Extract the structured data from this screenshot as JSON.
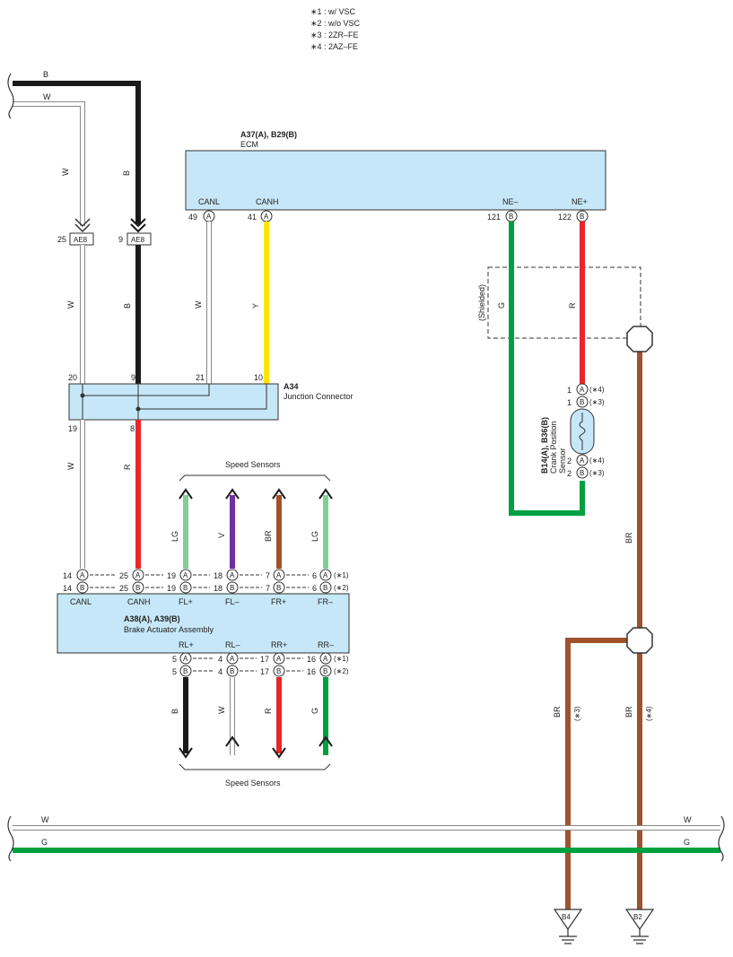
{
  "notes": [
    "∗1 : w/ VSC",
    "∗2 : w/o VSC",
    "∗3 : 2ZR–FE",
    "∗4 : 2AZ–FE"
  ],
  "colors": {
    "B": "#1a1a1a",
    "W": "#ffffff",
    "Y": "#ffe600",
    "R": "#e8262b",
    "G": "#00a040",
    "BR": "#a0522d",
    "LG": "#7fcf96",
    "V": "#7030a0",
    "box_fill": "#c6e7f7",
    "outline": "#333333"
  },
  "ecm": {
    "code": "A37(A), B29(B)",
    "name": "ECM",
    "pins": [
      {
        "label": "CANL",
        "num": "49",
        "conn": "A"
      },
      {
        "label": "CANH",
        "num": "41",
        "conn": "A"
      },
      {
        "label": "NE–",
        "num": "121",
        "conn": "B"
      },
      {
        "label": "NE+",
        "num": "122",
        "conn": "B"
      }
    ]
  },
  "connector_ae8": [
    {
      "num": "25",
      "name": "AE8"
    },
    {
      "num": "9",
      "name": "AE8"
    }
  ],
  "junction": {
    "code": "A34",
    "name": "Junction Connector",
    "top_pins": [
      "20",
      "9",
      "21",
      "10"
    ],
    "bottom_pins": [
      "19",
      "8"
    ]
  },
  "shielded": "(Shielded)",
  "crank_sensor": {
    "code": "B14(A), B36(B)",
    "name_line1": "Crank Position",
    "name_line2": "Sensor",
    "pins": [
      {
        "num": "1",
        "conn": "A",
        "note": "(∗4)"
      },
      {
        "num": "1",
        "conn": "B",
        "note": "(∗3)"
      },
      {
        "num": "2",
        "conn": "A",
        "note": "(∗4)"
      },
      {
        "num": "2",
        "conn": "B",
        "note": "(∗3)"
      }
    ]
  },
  "speed_sensors_top": "Speed Sensors",
  "speed_sensors_bottom": "Speed Sensors",
  "brake": {
    "code": "A38(A), A39(B)",
    "name": "Brake Actuator Assembly",
    "top_labels": [
      "CANL",
      "CANH",
      "FL+",
      "FL–",
      "FR+",
      "FR–"
    ],
    "top_row_a": {
      "pins": [
        "14",
        "25",
        "19",
        "18",
        "7",
        "6"
      ],
      "outer": [
        "25",
        "19"
      ],
      "note": "(∗1)"
    },
    "top_row_b": {
      "pins": [
        "14",
        "25",
        "19",
        "18",
        "7",
        "6"
      ],
      "outer": [
        "25",
        "19"
      ],
      "note": "(∗2)"
    },
    "bottom_labels": [
      "RL+",
      "RL–",
      "RR+",
      "RR–"
    ],
    "bottom_row_a": {
      "pins": [
        "5",
        "4",
        "17",
        "16"
      ],
      "left": [
        "4",
        "17",
        "16"
      ],
      "note": "(∗1)"
    },
    "bottom_row_b": {
      "pins": [
        "5",
        "4",
        "17",
        "16"
      ],
      "left": [
        "4",
        "17",
        "16"
      ],
      "note": "(∗2)"
    }
  },
  "wire_labels": {
    "b_top": "B",
    "w_top": "W",
    "w_vert_upper": "W",
    "b_vert_upper": "B",
    "w_vert_mid": "W",
    "b_vert_mid": "B",
    "canl_w": "W",
    "canh_y": "Y",
    "w_lower": "W",
    "r_lower": "R",
    "g_crank": "G",
    "r_crank": "R",
    "fl_plus": "LG",
    "fl_minus": "V",
    "fr_plus": "BR",
    "fr_minus": "LG",
    "rl_plus": "B",
    "rl_minus": "W",
    "rr_plus": "R",
    "rr_minus": "G",
    "br_right": "BR",
    "br_left": "BR",
    "br_left_note": "(∗3)",
    "br_right_low": "BR",
    "br_right_note": "(∗4)",
    "bus_w_left": "W",
    "bus_w_right": "W",
    "bus_g_left": "G",
    "bus_g_right": "G"
  },
  "grounds": [
    "B4",
    "B2"
  ]
}
